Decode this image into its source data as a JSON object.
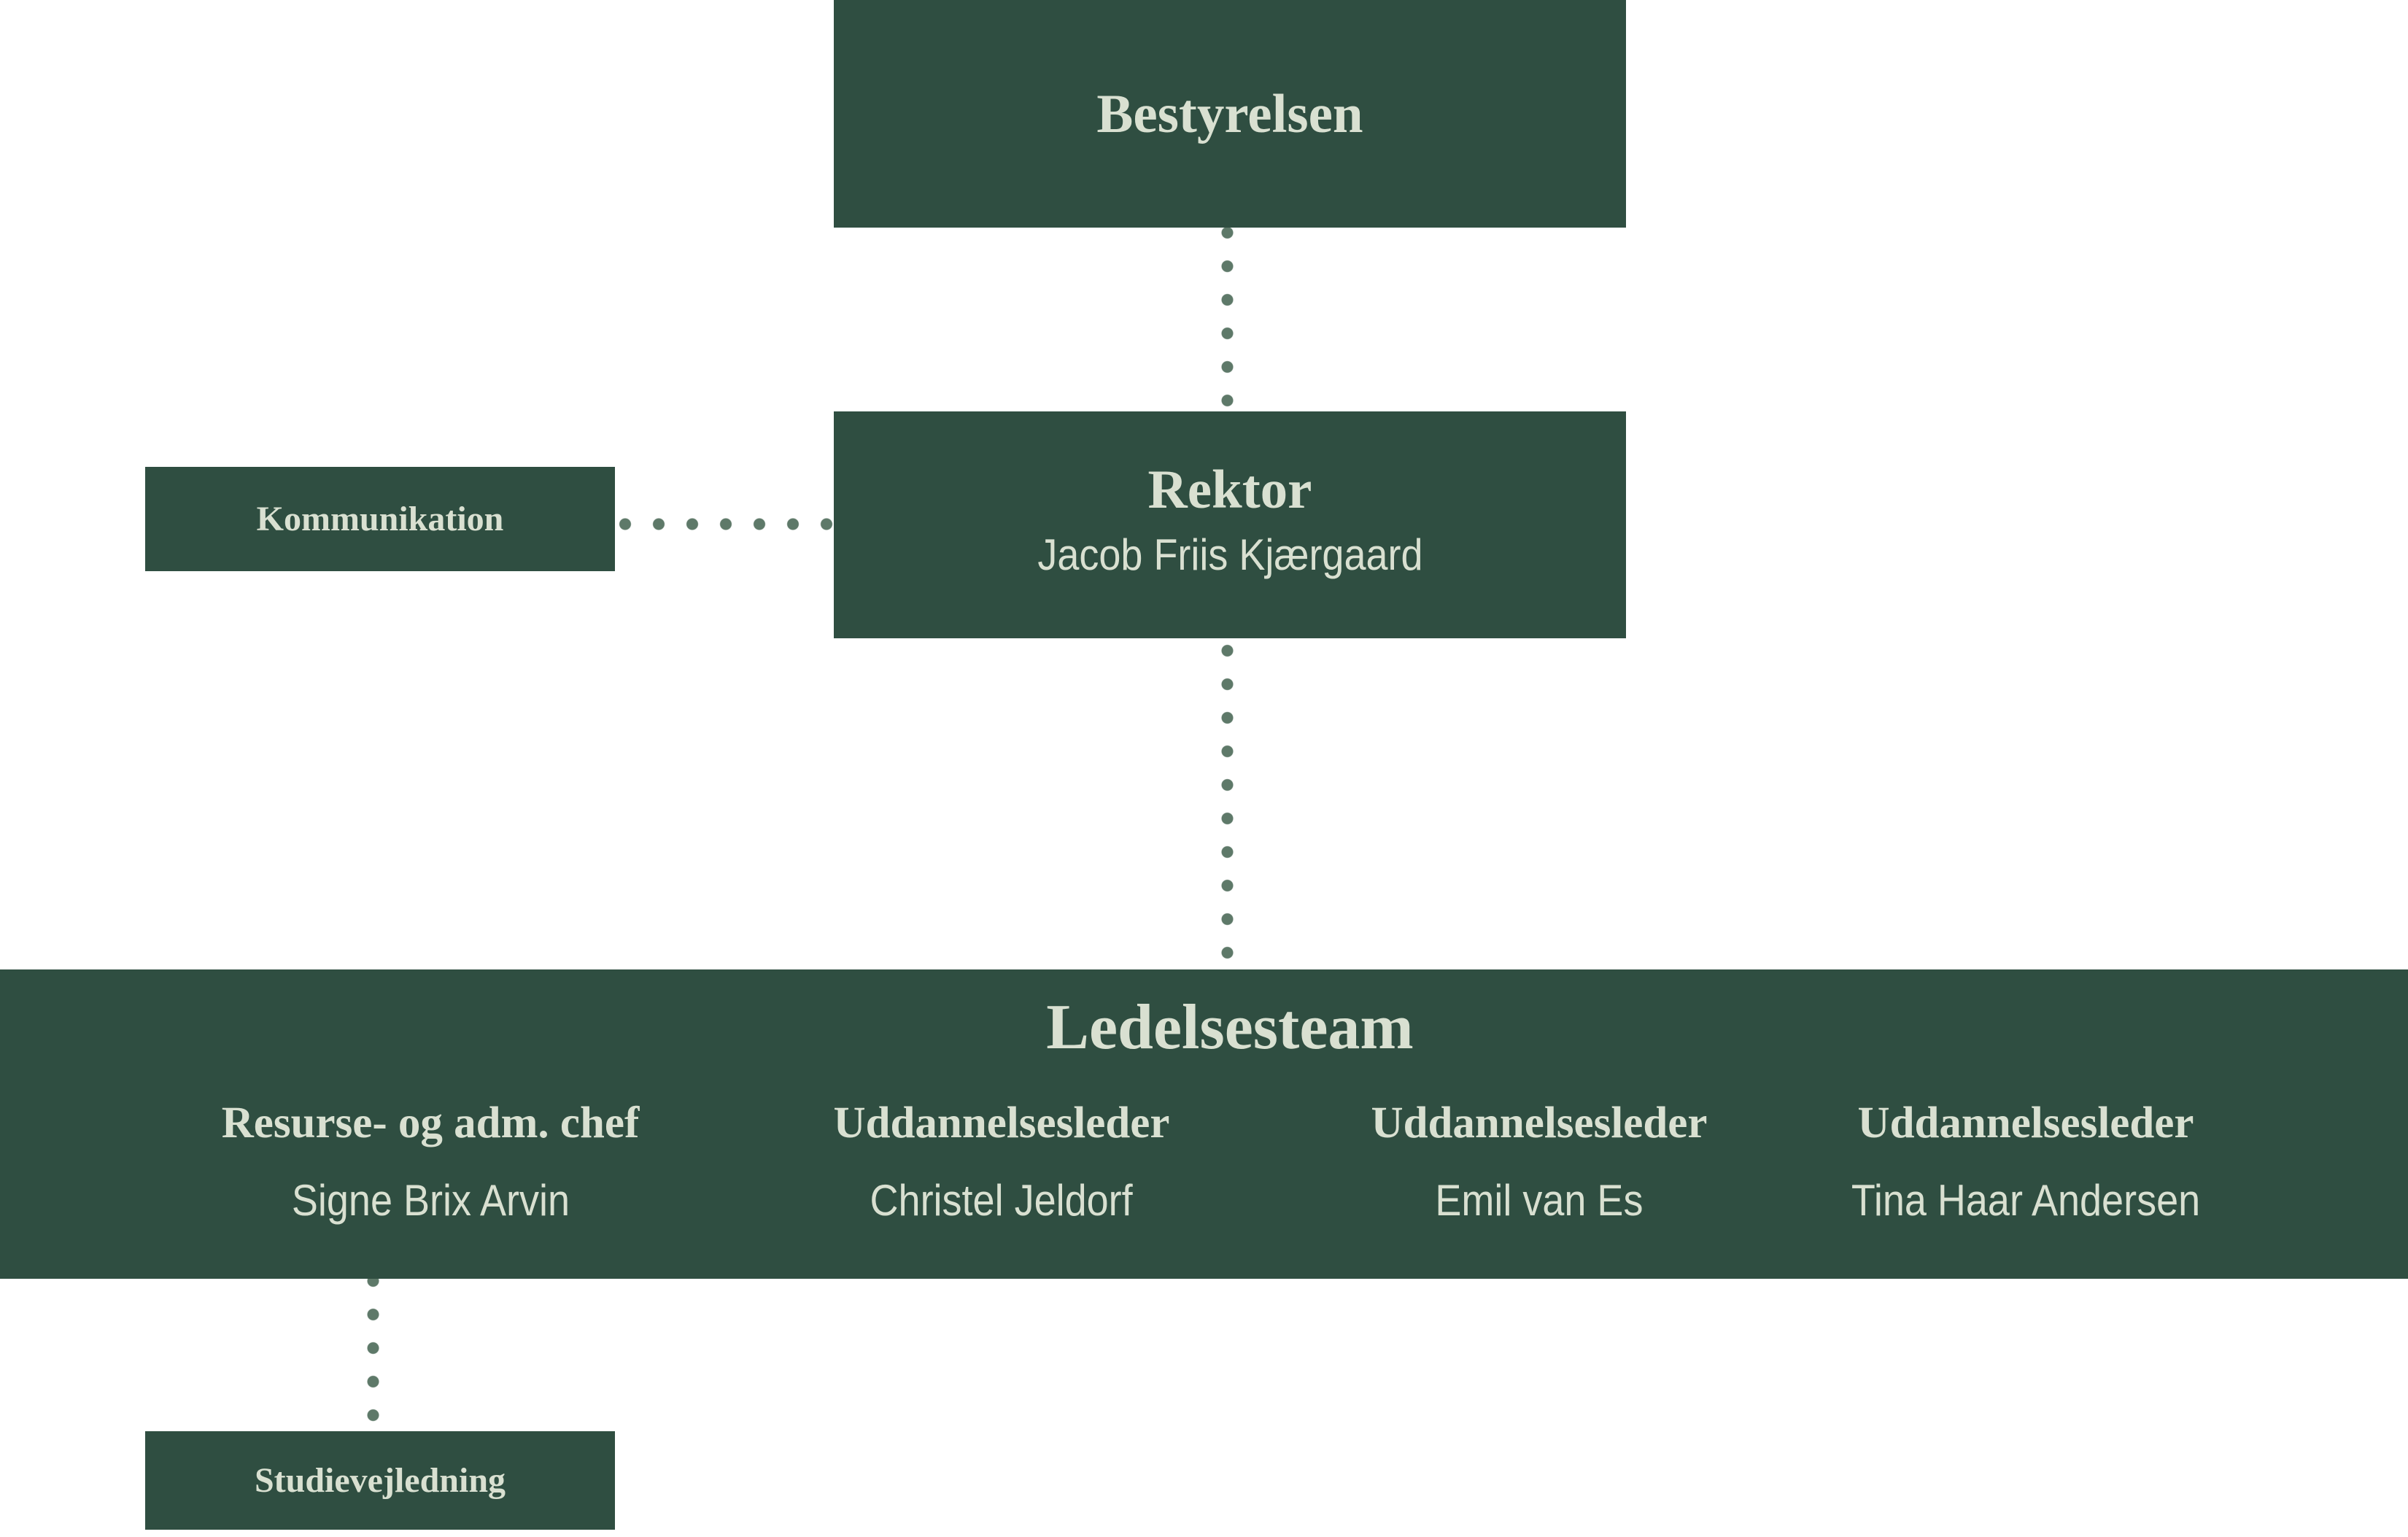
{
  "colors": {
    "box_green": "#2F4E41",
    "text_light": "#D9E0D1",
    "dot_green": "#5E7969",
    "page_background": "#FFFFFF"
  },
  "org_chart": {
    "board": {
      "label": "Bestyrelsen"
    },
    "rector": {
      "title": "Rektor",
      "name": "Jacob Friis Kjærgaard"
    },
    "kommunikation": {
      "label": "Kommunikation"
    },
    "leadership_team": {
      "title": "Ledelsesteam",
      "members": [
        {
          "role": "Resurse- og adm. chef",
          "name": "Signe Brix Arvin"
        },
        {
          "role": "Uddannelsesleder",
          "name": "Christel Jeldorf"
        },
        {
          "role": "Uddannelsesleder",
          "name": "Emil van Es"
        },
        {
          "role": "Uddannelsesleder",
          "name": "Tina Haar Andersen"
        }
      ]
    },
    "studievejledning": {
      "label": "Studievejledning"
    }
  }
}
